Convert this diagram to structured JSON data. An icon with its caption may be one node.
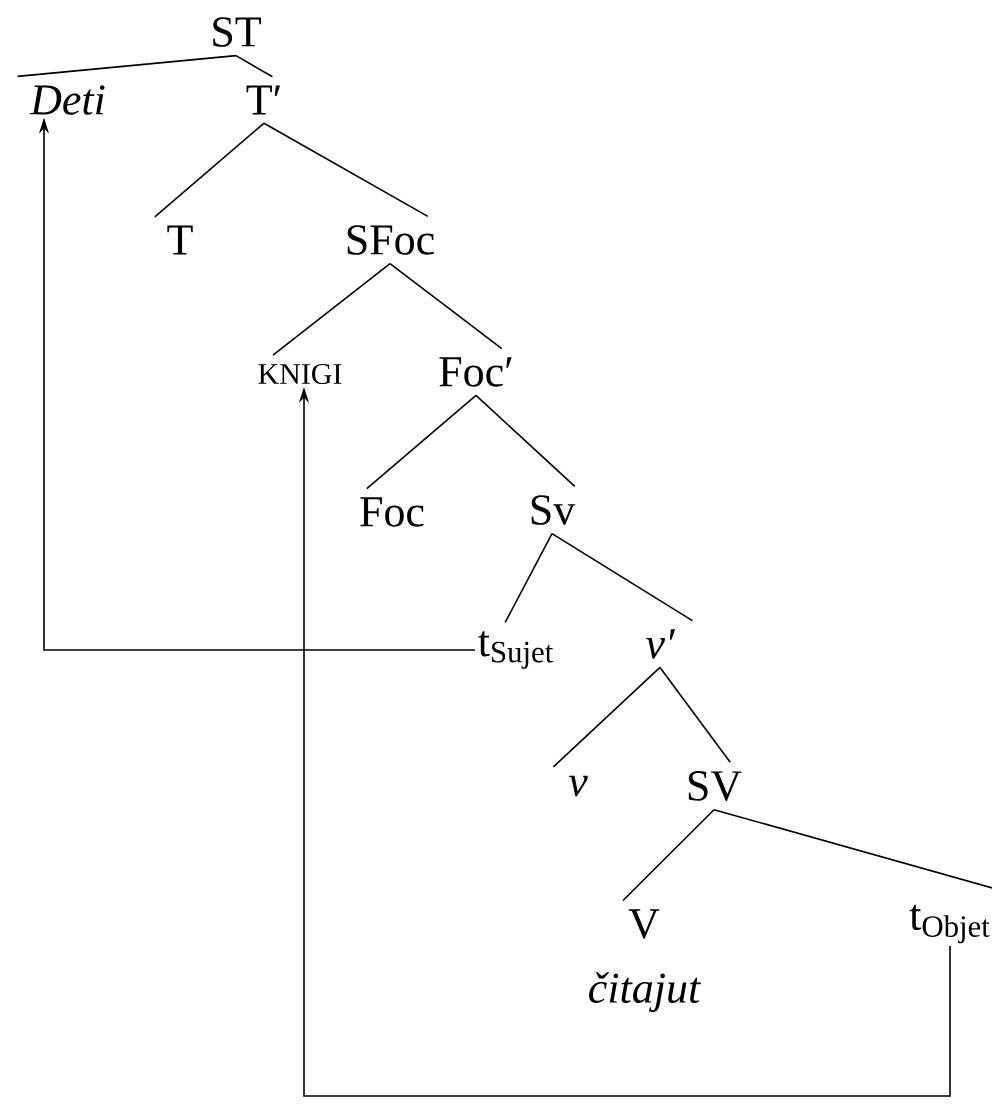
{
  "diagram": {
    "nodes": [
      {
        "text": [
          "ST"
        ]
      },
      {
        "text": [
          "Deti"
        ]
      },
      {
        "text": [
          "T′"
        ]
      },
      {
        "text": [
          "T"
        ]
      },
      {
        "text": [
          "SFoc"
        ]
      },
      {
        "text": [
          "KNIGI"
        ]
      },
      {
        "text": [
          "Foc′"
        ]
      },
      {
        "text": [
          "Foc"
        ]
      },
      {
        "text": [
          "Sv"
        ]
      },
      {
        "text": [
          "t$_{Sujet}$"
        ]
      },
      {
        "text": [
          "v′"
        ]
      },
      {
        "text": [
          "v"
        ]
      },
      {
        "text": [
          "SV"
        ]
      },
      {
        "text": [
          "V",
          "čitajut"
        ]
      },
      {
        "text": [
          "t$_{Objet}$"
        ]
      }
    ],
    "edges": [
      {
        "from": 0,
        "to": 1,
        "arrow": "none"
      },
      {
        "from": 0,
        "to": 2,
        "arrow": "none"
      },
      {
        "from": 2,
        "to": 3,
        "arrow": "none"
      },
      {
        "from": 2,
        "to": 4,
        "arrow": "none"
      },
      {
        "from": 4,
        "to": 5,
        "arrow": "none"
      },
      {
        "from": 4,
        "to": 6,
        "arrow": "none"
      },
      {
        "from": 6,
        "to": 7,
        "arrow": "none"
      },
      {
        "from": 6,
        "to": 8,
        "arrow": "none"
      },
      {
        "from": 8,
        "to": 9,
        "arrow": "none"
      },
      {
        "from": 8,
        "to": 10,
        "arrow": "none"
      },
      {
        "from": 10,
        "to": 11,
        "arrow": "none"
      },
      {
        "from": 10,
        "to": 12,
        "arrow": "none"
      },
      {
        "from": 12,
        "to": 13,
        "arrow": "none"
      },
      {
        "from": 12,
        "to": 14,
        "arrow": "none"
      },
      {
        "from": 9,
        "to": 1,
        "arrow": "to"
      },
      {
        "from": 14,
        "to": 5,
        "arrow": "to"
      }
    ]
  }
}
